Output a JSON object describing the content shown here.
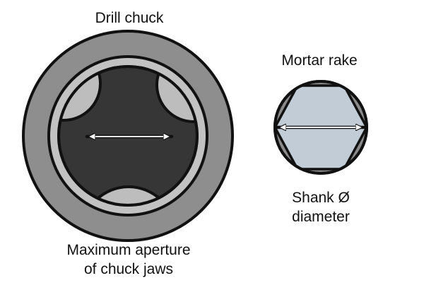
{
  "chuck": {
    "title": "Drill chuck",
    "caption_line1": "Maximum aperture",
    "caption_line2": "of chuck jaws"
  },
  "rake": {
    "title": "Mortar rake",
    "caption_line1": "Shank Ø",
    "caption_line2": "diameter"
  },
  "colors": {
    "outline": "#111111",
    "chuck_body": "#8e8e8e",
    "chuck_ring": "#c2c2c2",
    "chuck_aperture": "#363636",
    "chuck_jaws": "#bdbdbd",
    "rake_socket": "#8a8a8a",
    "shank": "#c2ccd6",
    "arrow": "#ffffff"
  }
}
